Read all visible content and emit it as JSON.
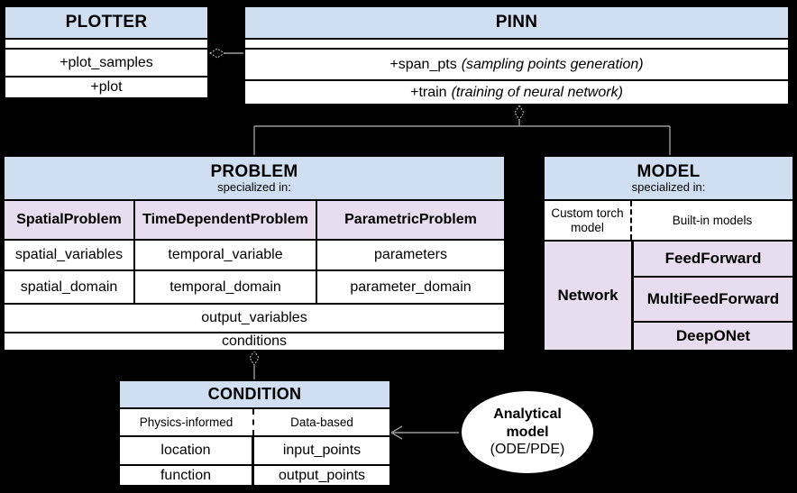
{
  "colors": {
    "background": "#000000",
    "header_blue": "#cfdff1",
    "lavender": "#e7ddef",
    "border": "#000000",
    "connector_gray": "#9a9a9a"
  },
  "plotter": {
    "title": "PLOTTER",
    "methods": [
      "+plot_samples",
      "+plot"
    ]
  },
  "pinn": {
    "title": "PINN",
    "methods": [
      {
        "name": "+span_pts",
        "note": "(sampling points generation)"
      },
      {
        "name": "+train",
        "note": "(training of neural network)"
      }
    ]
  },
  "problem": {
    "title": "PROBLEM",
    "subtitle": "specialized in:",
    "columns": [
      {
        "header": "SpatialProblem",
        "cells": [
          "spatial_variables",
          "spatial_domain"
        ]
      },
      {
        "header": "TimeDependentProblem",
        "cells": [
          "temporal_variable",
          "temporal_domain"
        ]
      },
      {
        "header": "ParametricProblem",
        "cells": [
          "parameters",
          "parameter_domain"
        ]
      }
    ],
    "shared_rows": [
      "output_variables",
      "conditions"
    ]
  },
  "model": {
    "title": "MODEL",
    "subtitle": "specialized in:",
    "left_header": "Custom torch model",
    "right_header": "Built-in models",
    "base_cell": "Network",
    "builtin_cells": [
      "FeedForward",
      "MultiFeedForward",
      "DeepONet"
    ]
  },
  "condition": {
    "title": "CONDITION",
    "left_header": "Physics-informed",
    "right_header": "Data-based",
    "rows": [
      {
        "left": "location",
        "right": "input_points"
      },
      {
        "left": "function",
        "right": "output_points"
      }
    ]
  },
  "analytical_model": {
    "line1": "Analytical",
    "line2": "model",
    "line3": "(ODE/PDE)"
  }
}
